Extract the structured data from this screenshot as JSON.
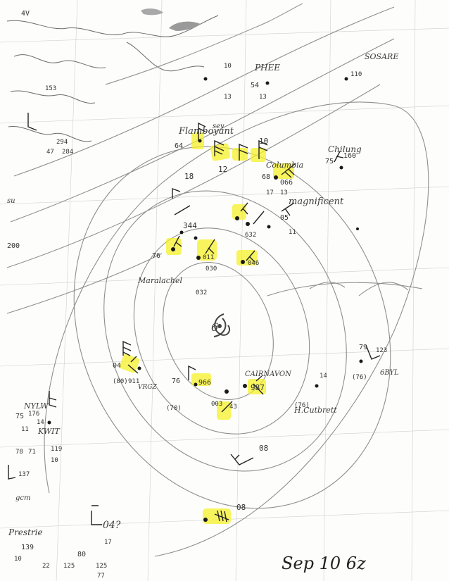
{
  "caption": {
    "date": "Sep 10 6z"
  },
  "center_mark": "6",
  "stations": {
    "flamboyant": "Flamboyant",
    "chilung": "Chilung",
    "columbia": "Columbia",
    "magnificent": "magnificent",
    "maralachel": "Maralachel",
    "cairnavon": "CAIRNAVON",
    "hcutbrett": "H.Cutbrett",
    "kwit": "KWIT",
    "nylw": "NYLW",
    "pres": "Prestrie",
    "phee": "PHEE",
    "sosare": "SOSARE",
    "bgbyl": "6BYL",
    "vrgz": "VRGZ"
  },
  "obs": {
    "flam_a": "64",
    "flam_b": "18",
    "flam_c": "12",
    "flam_d": "10",
    "chil_a": "75",
    "chil_b": "160",
    "col_a": "68",
    "col_b": "066",
    "col_c": "17",
    "col_d": "13",
    "mid_a": "344",
    "mid_b": "632",
    "mid_c": "05",
    "mid_d": "11",
    "mar_a": "011",
    "mar_b": "030",
    "mar_c": "032",
    "mar_d": "046",
    "mar_e": "76",
    "cair_a": "966",
    "cair_b": "987",
    "cair_c": "76",
    "cair_d": "(70)",
    "cair_e": "003",
    "cair_f": "43",
    "east_a": "79",
    "east_b": "123",
    "east_c": "14",
    "east_d": "(76)",
    "east_e": "(76)",
    "w_a": "04",
    "w_b": "(80)",
    "w_c": "911",
    "nylw_a": "75",
    "nylw_b": "176",
    "nylw_c": "14",
    "nylw_d": "11",
    "kwit_a": "78",
    "kwit_b": "71",
    "kwit_c": "119",
    "kwit_d": "10",
    "sw_a": "137",
    "sw_b": "gcm",
    "bl_a": "139",
    "bl_b": "10",
    "bl_c": "80",
    "bl_d": "125",
    "bl_e": "125",
    "bl_f": "22",
    "bl_g": "77",
    "bl_h": "17",
    "barb_08a": "08",
    "barb_08b": "08",
    "barb_04": "04?",
    "ne_a": "110",
    "ne_b": "54",
    "ne_c": "13",
    "ne_d": "13",
    "nw_a": "294",
    "nw_b": "153",
    "nw_c": "10",
    "nw_d": "47",
    "nw_e": "284",
    "sev": "sev",
    "left_su": "su",
    "left_200": "200",
    "top_4v": "4V"
  }
}
